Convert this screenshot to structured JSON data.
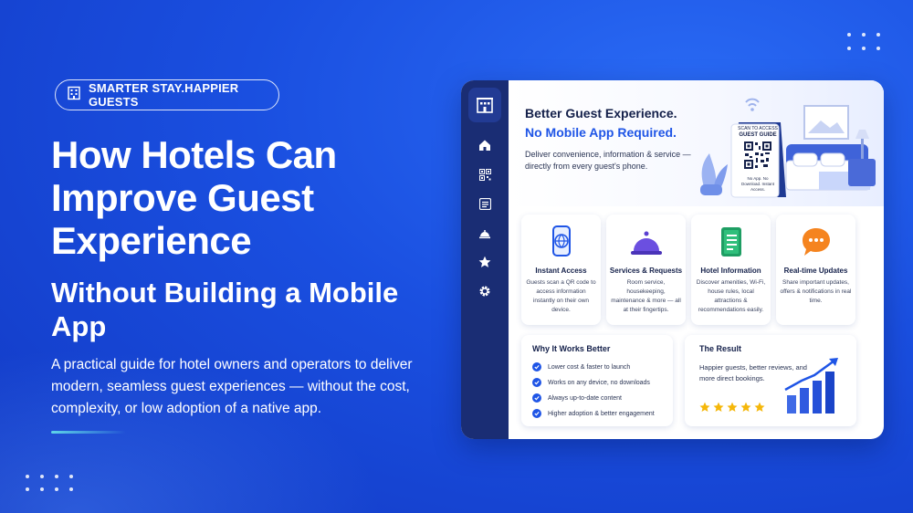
{
  "badge": {
    "text": "SMARTER STAY.HAPPIER GUESTS",
    "icon": "building-icon"
  },
  "headline": "How Hotels Can Improve Guest Experience",
  "subheadline": "Without Building a Mobile App",
  "lead": "A practical guide for hotel owners and operators to deliver modern, seamless guest experiences — without the cost, complexity, or low adoption of a native app.",
  "colors": {
    "accent_blue": "#1f55e6",
    "sidebar": "#1a2d74",
    "star": "#f5b70a"
  },
  "panel": {
    "sidebar_icons": [
      "hotel-icon",
      "home-icon",
      "qr-code-icon",
      "list-icon",
      "bell-icon",
      "star-icon",
      "gear-icon"
    ],
    "hero": {
      "title_line1": "Better Guest Experience.",
      "title_line2": "No Mobile App Required.",
      "description": "Deliver convenience, information & service — directly from every guest's phone.",
      "sign_title_small": "SCAN TO ACCESS",
      "sign_title": "GUEST GUIDE",
      "sign_footer": "No App. No Download. Instant Access."
    },
    "features": [
      {
        "title": "Instant Access",
        "text": "Guests scan a QR code to access information instantly on their own device.",
        "icon": "phone-globe-icon"
      },
      {
        "title": "Services & Requests",
        "text": "Room service, housekeeping, maintenance & more — all at their fingertips.",
        "icon": "service-bell-icon"
      },
      {
        "title": "Hotel Information",
        "text": "Discover amenities, Wi-Fi, house rules, local attractions & recommendations easily.",
        "icon": "document-icon"
      },
      {
        "title": "Real-time Updates",
        "text": "Share important updates, offers & notifications in real time.",
        "icon": "chat-bubble-icon"
      }
    ],
    "why": {
      "title": "Why It Works Better",
      "items": [
        "Lower cost & faster to launch",
        "Works on any device, no downloads",
        "Always up-to-date content",
        "Higher adoption & better engagement"
      ]
    },
    "result": {
      "title": "The Result",
      "text": "Happier guests, better reviews, and more direct bookings.",
      "stars": 5,
      "chart_icon": "growth-chart-icon"
    }
  }
}
